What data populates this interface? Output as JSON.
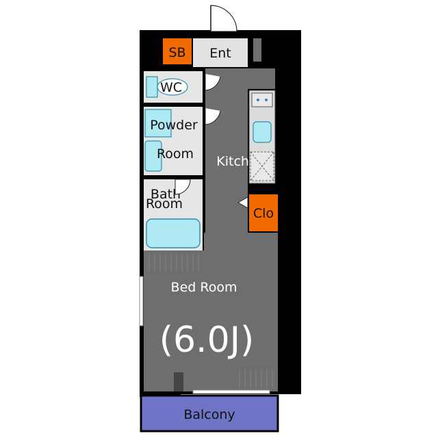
{
  "rooms": {
    "sb": "SB",
    "ent": "Ent",
    "wc": "WC",
    "powder_1": "Powder",
    "powder_2": "Room",
    "kitchen": "Kitchen",
    "bath_1": "Bath",
    "bath_2": "Room",
    "clo": "Clo",
    "bed": "Bed Room",
    "bed_size": "(6.0J)",
    "balcony": "Balcony"
  },
  "colors": {
    "wall": "#000000",
    "floor": "#6e6e6e",
    "wet_area": "#e6e6e6",
    "fixture_fill": "#aee9f4",
    "fixture_stroke": "#2a8fb0",
    "storage": "#f06a00",
    "balcony": "#6f74c6",
    "entrance": "#e2e2e2"
  }
}
